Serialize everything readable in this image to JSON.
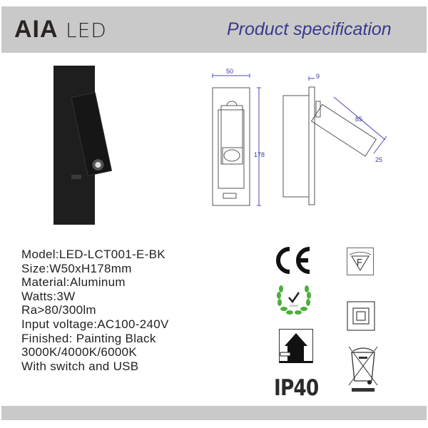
{
  "header": {
    "logo": "AIA LED",
    "logo_bold": "AIA",
    "logo_light": "LED",
    "title": "Product specification",
    "title_color": "#3a3a8c"
  },
  "specs": [
    "Model:LED-LCT001-E-BK",
    "Size:W50xH178mm",
    "Material:Aluminum",
    "Watts:3W",
    "Ra>80/300lm",
    "Input voltage:AC100-240V",
    "Finished: Painting Black",
    "3000K/4000K/6000K",
    "With switch and USB"
  ],
  "dimensions": {
    "width": "50",
    "height": "178",
    "depth": "9",
    "head_length": "85",
    "head_width": "25"
  },
  "certifications": {
    "ce": "CE",
    "rosette_label": "ROHS",
    "ip": "IP40",
    "icons": [
      "ce-mark-icon",
      "f-mark-icon",
      "rohs-icon",
      "double-insulation-icon",
      "indoor-use-icon",
      "weee-bin-icon"
    ]
  }
}
